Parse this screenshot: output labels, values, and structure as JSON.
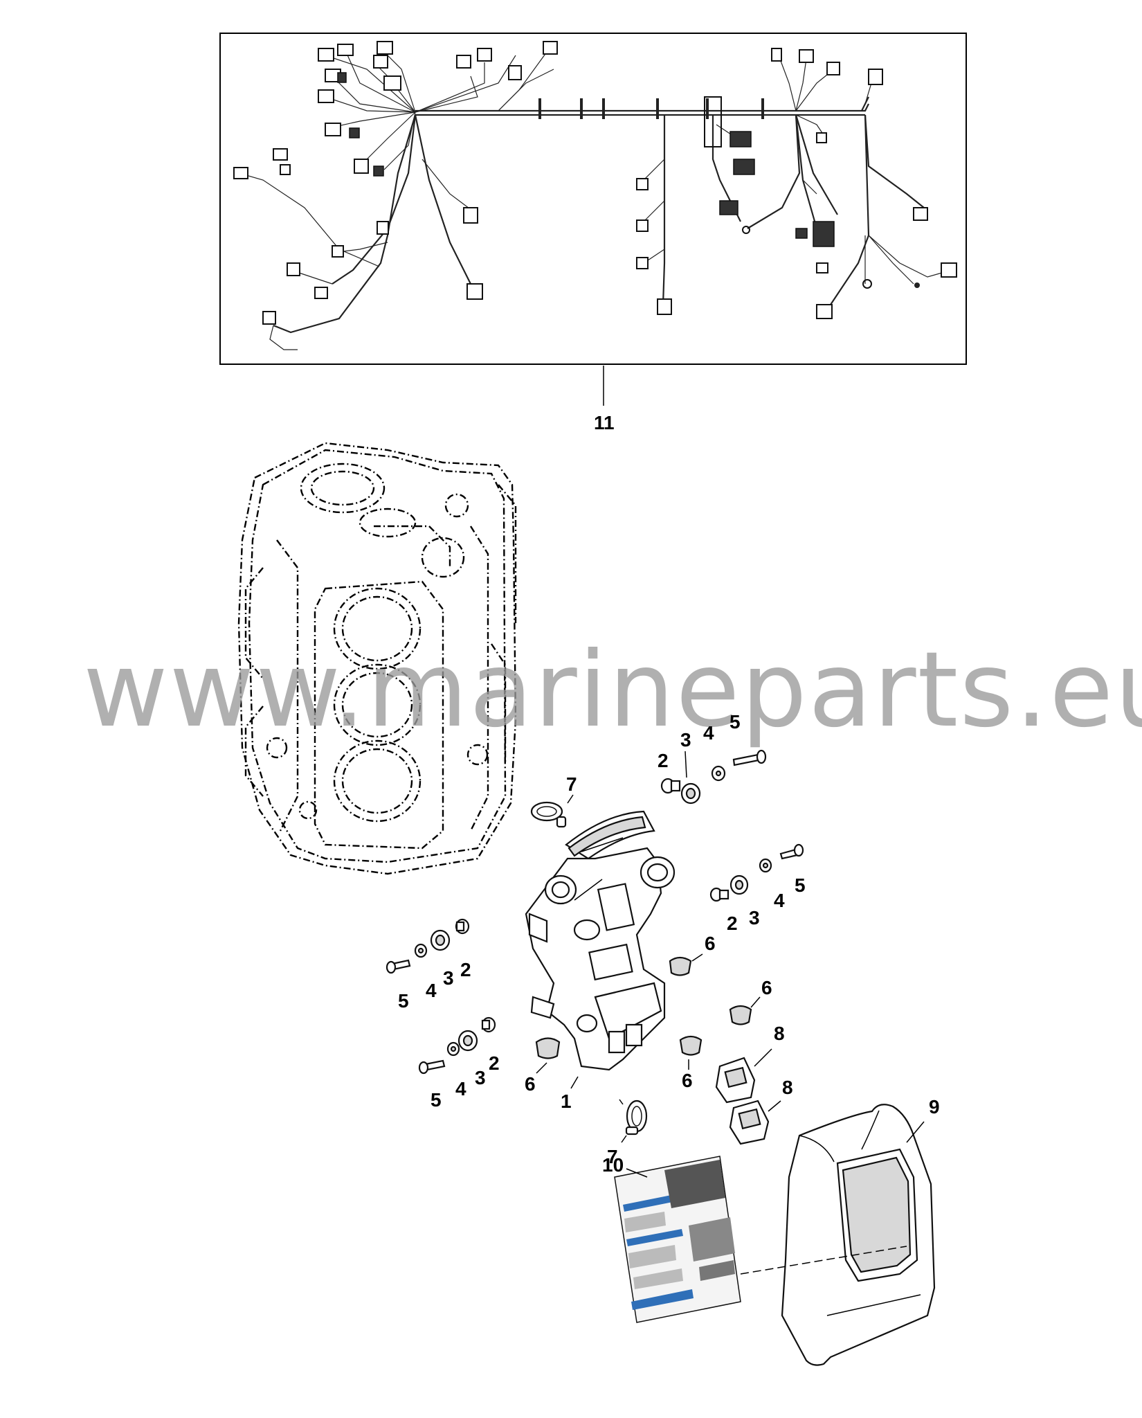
{
  "diagram": {
    "callouts": {
      "harness": "11",
      "bracket": "1",
      "grommet_2": "2",
      "grommet_3": "3",
      "washer": "4",
      "screw": "5",
      "plug": "6",
      "clamp": "7",
      "relay": "8",
      "cover": "9",
      "decal": "10"
    },
    "watermark": "www.marineparts.eu"
  },
  "colors": {
    "line": "#000000",
    "watermark": "#9a9a9a",
    "decal_blue": "#2f6fb8"
  }
}
